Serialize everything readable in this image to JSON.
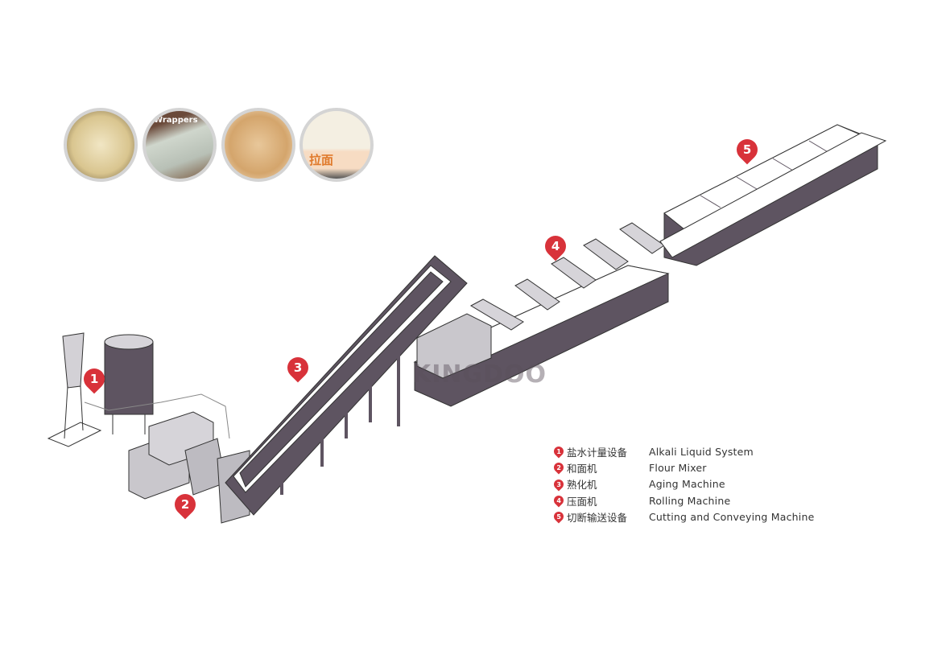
{
  "products": [
    {
      "name": "noodle-sheets"
    },
    {
      "name": "wrappers",
      "label": "Wrappers"
    },
    {
      "name": "fresh-noodles"
    },
    {
      "name": "ramen",
      "label": "拉面"
    }
  ],
  "markers": [
    "1",
    "2",
    "3",
    "4",
    "5"
  ],
  "watermark": "KINGDOO",
  "legend": [
    {
      "num": "1",
      "zh": "盐水计量设备",
      "en": "Alkali  Liquid  System"
    },
    {
      "num": "2",
      "zh": "和面机",
      "en": "Flour Mixer"
    },
    {
      "num": "3",
      "zh": "熟化机",
      "en": "Aging Machine"
    },
    {
      "num": "4",
      "zh": "压面机",
      "en": "Rolling Machine"
    },
    {
      "num": "5",
      "zh": "切断输送设备",
      "en": "Cutting  and  Conveying  Machine"
    }
  ],
  "colors": {
    "marker": "#d8323a",
    "machine_dark": "#5e5461",
    "machine_light": "#c9c7cc"
  }
}
